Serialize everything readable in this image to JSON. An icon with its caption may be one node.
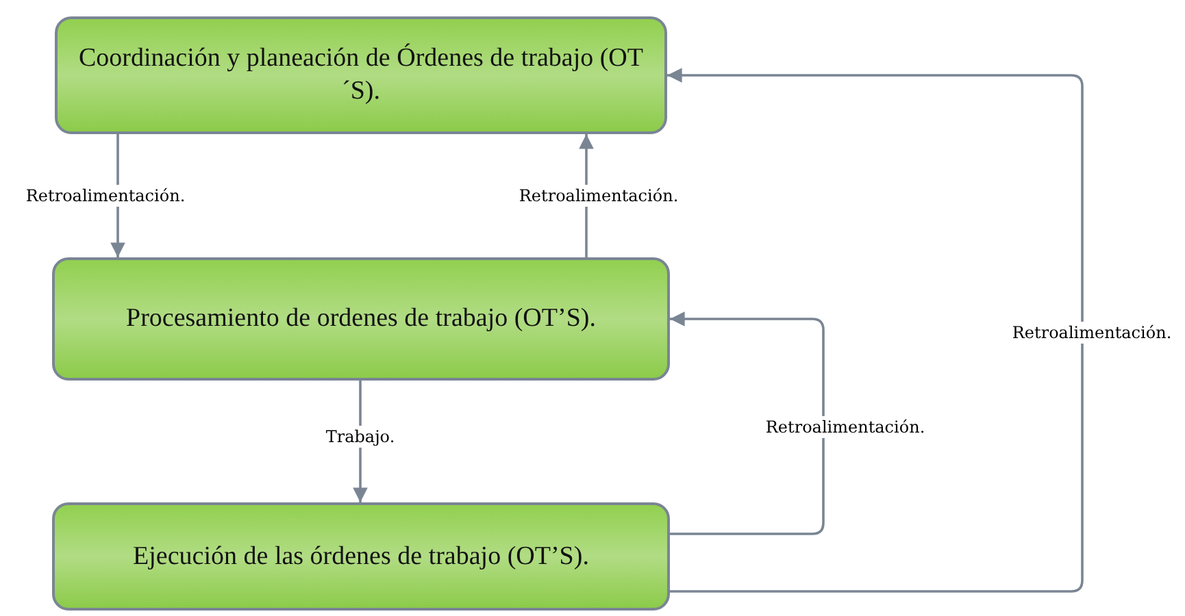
{
  "diagram": {
    "nodes": [
      {
        "text": [
          "Coordinación y planeación de Órdenes de trabajo (OT´S)."
        ]
      },
      {
        "text": [
          "Procesamiento de ordenes de trabajo (OT’S)."
        ]
      },
      {
        "text": [
          "Ejecución de las órdenes de trabajo (OT’S)."
        ]
      }
    ],
    "edges": [
      {
        "from": 0,
        "to": 1,
        "arrow": "to",
        "label": "Retroalimentación."
      },
      {
        "from": 1,
        "to": 0,
        "arrow": "to",
        "label": "Retroalimentación."
      },
      {
        "from": 1,
        "to": 2,
        "arrow": "to",
        "label": "Trabajo."
      },
      {
        "from": 2,
        "to": 1,
        "arrow": "to",
        "label": "Retroalimentación."
      },
      {
        "from": 2,
        "to": 0,
        "arrow": "to",
        "label": "Retroalimentación."
      }
    ]
  }
}
